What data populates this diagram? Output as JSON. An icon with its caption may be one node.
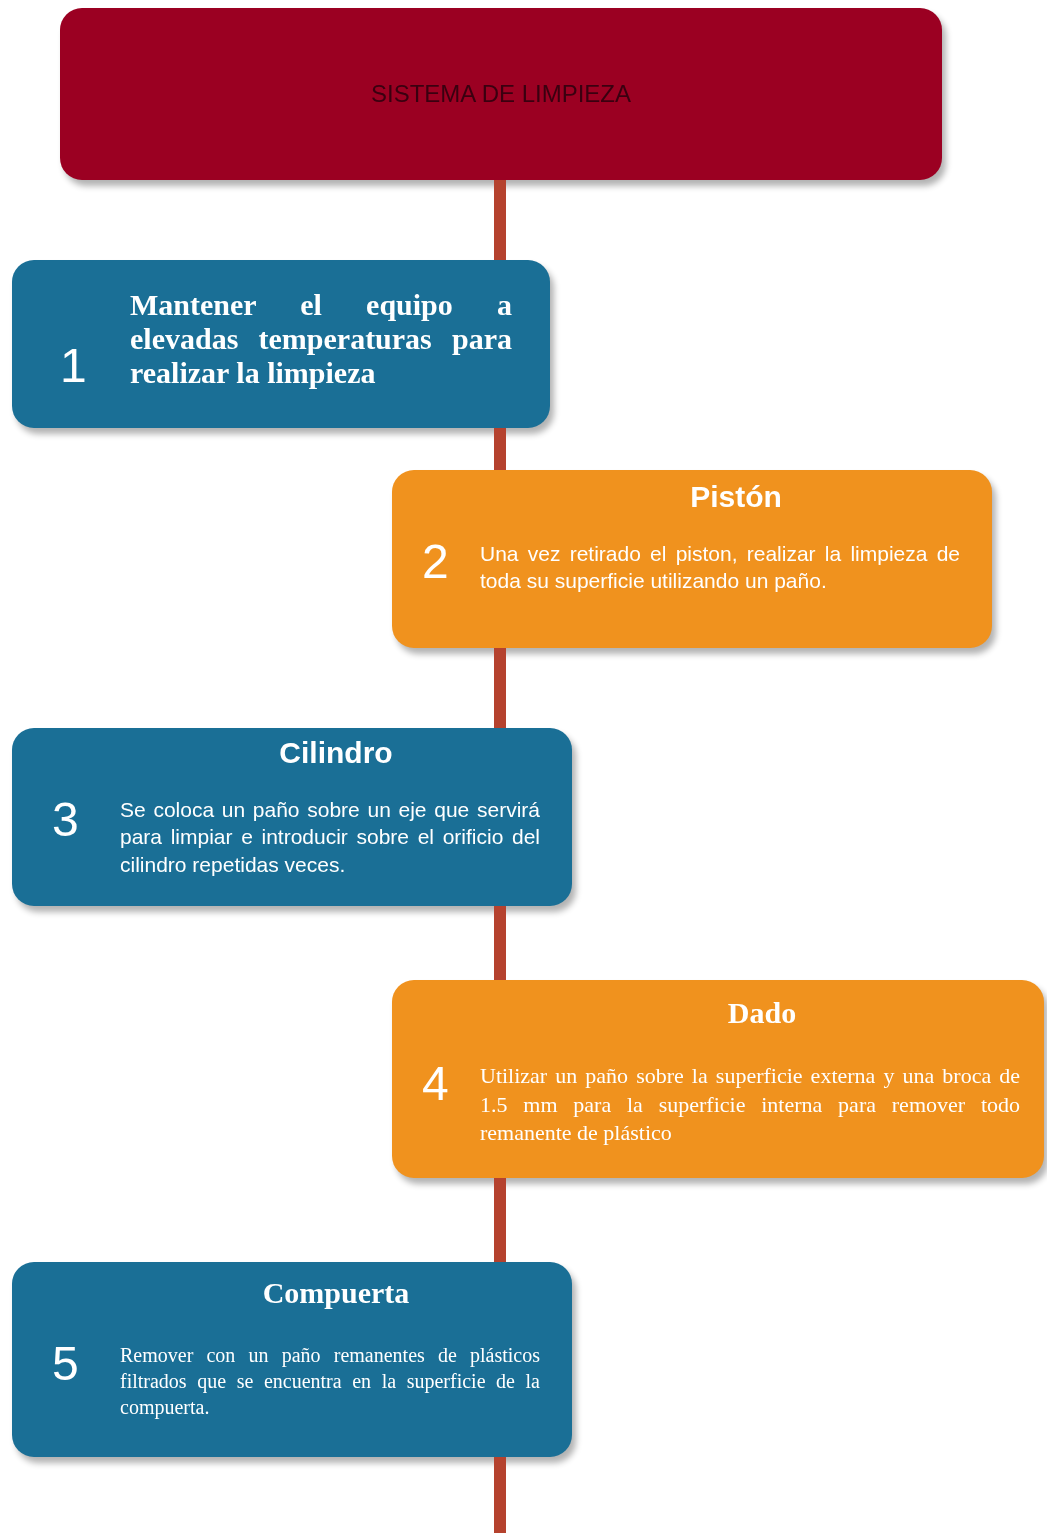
{
  "diagram": {
    "nodes": [
      {
        "text": [
          "SISTEMA DE LIMPIEZA"
        ]
      },
      {
        "text": [
          "1",
          "Mantener el equipo a elevadas temperaturas para realizar la limpieza"
        ]
      },
      {
        "text": [
          "Pistón",
          "2",
          "Una vez retirado el piston, realizar la limpieza de toda su superficie utilizando un paño."
        ]
      },
      {
        "text": [
          "Cilindro",
          "3",
          "Se coloca un paño sobre un eje que servirá para limpiar e introducir sobre el orificio del cilindro repetidas veces."
        ]
      },
      {
        "text": [
          "Dado",
          "4",
          "Utilizar un paño sobre la superficie externa y una broca de 1.5 mm para la superficie interna para remover todo remanente de plástico"
        ]
      },
      {
        "text": [
          "Compuerta",
          "5",
          "Remover con un paño remanentes de plásticos filtrados que se encuentra en la superficie de la compuerta."
        ]
      }
    ],
    "edges": [
      {
        "from": 0,
        "to": 1,
        "arrow": "none"
      },
      {
        "from": 1,
        "to": 2,
        "arrow": "none"
      },
      {
        "from": 2,
        "to": 3,
        "arrow": "none"
      },
      {
        "from": 3,
        "to": 4,
        "arrow": "none"
      },
      {
        "from": 4,
        "to": 5,
        "arrow": "none"
      },
      {
        "from": 5,
        "to": null,
        "arrow": "none"
      }
    ]
  }
}
